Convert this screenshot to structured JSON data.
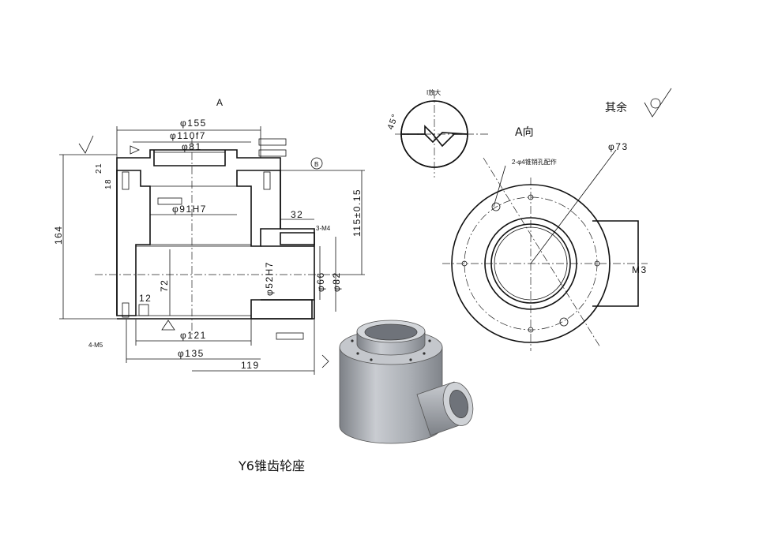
{
  "caption": "Y6锥齿轮座",
  "view_direction": "A向",
  "section_label": "A",
  "detail_label": "I放大",
  "roughness_note": "其余",
  "datum_letter": "B",
  "dimensions": {
    "d155": "φ155",
    "d110f7": "φ110f7",
    "d81": "φ81",
    "d91H7": "φ91H7",
    "d52H7": "φ52H7",
    "d66": "φ66",
    "d82": "φ82",
    "d121": "φ121",
    "d135": "φ135",
    "d73": "φ73",
    "len164": "164",
    "len119": "119",
    "len115": "115±0.15",
    "len72": "72",
    "len32": "32",
    "len12": "12",
    "len18": "18",
    "len21": "21",
    "len3M4": "3-M4",
    "len4M5": "4-M5",
    "holes_note": "2-φ4锥销孔配作",
    "m3": "M3",
    "angle45": "45°"
  },
  "colors": {
    "ink": "#111111",
    "hatch": "#333333",
    "body3d": "#a9adb3",
    "body3d_dark": "#7d8187",
    "body3d_light": "#d3d6da"
  }
}
